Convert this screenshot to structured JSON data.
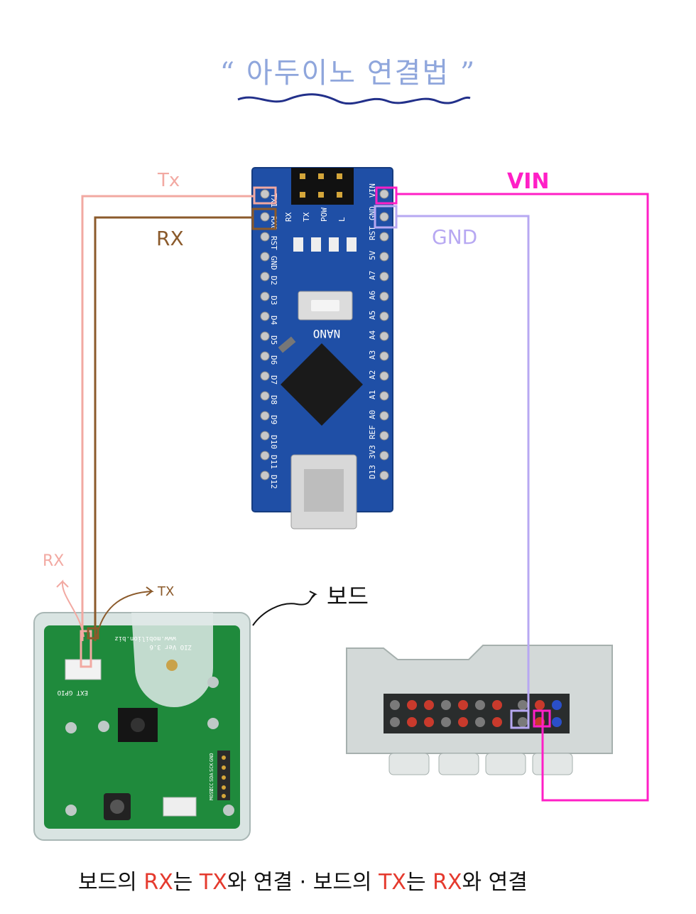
{
  "title": {
    "text": "아두이노 연결법",
    "open_quote": "“",
    "close_quote": "”"
  },
  "wire_labels": {
    "tx_top": "Tx",
    "rx_top": "RX",
    "vin": "VIN",
    "gnd": "GND",
    "rx_pin": "RX",
    "tx_pin": "TX",
    "board": "보드"
  },
  "nano": {
    "label": "NANO",
    "left_pins": [
      "TX1",
      "RX0",
      "RST",
      "GND",
      "D2",
      "D3",
      "D4",
      "D5",
      "D6",
      "D7",
      "D8",
      "D9",
      "D10",
      "D11",
      "D12"
    ],
    "right_pins": [
      "VIN",
      "GND",
      "RST",
      "5V",
      "A7",
      "A6",
      "A5",
      "A4",
      "A3",
      "A2",
      "A1",
      "A0",
      "REF",
      "3V3",
      "D13"
    ],
    "led_labels": [
      "RX",
      "TX",
      "POW",
      "L"
    ]
  },
  "board": {
    "silk_top": "www.mobilion.biz",
    "silk_version": "ZIO Ver 3.6",
    "silk_gpio": "EXT GPIO",
    "side_pins": [
      "GND",
      "SCK",
      "SDA",
      "VCC",
      "MOSI"
    ]
  },
  "bottom_caption": {
    "p1": "보드의 ",
    "p2": "RX",
    "p3": "는 ",
    "p4": "TX",
    "p5": "와 연결 · 보드의 ",
    "p6": "TX",
    "p7": "는 ",
    "p8": "RX",
    "p9": "와 연결"
  },
  "colors": {
    "tx_wire": "#f2a9a2",
    "rx_wire": "#8b5a2b",
    "vin_wire": "#ff1fc6",
    "gnd_wire": "#b7a8f2",
    "title": "#8fa6dc",
    "nano_pcb": "#1f4fa6",
    "board_pcb": "#1f8a3c",
    "caption_accent": "#e53a2e"
  }
}
